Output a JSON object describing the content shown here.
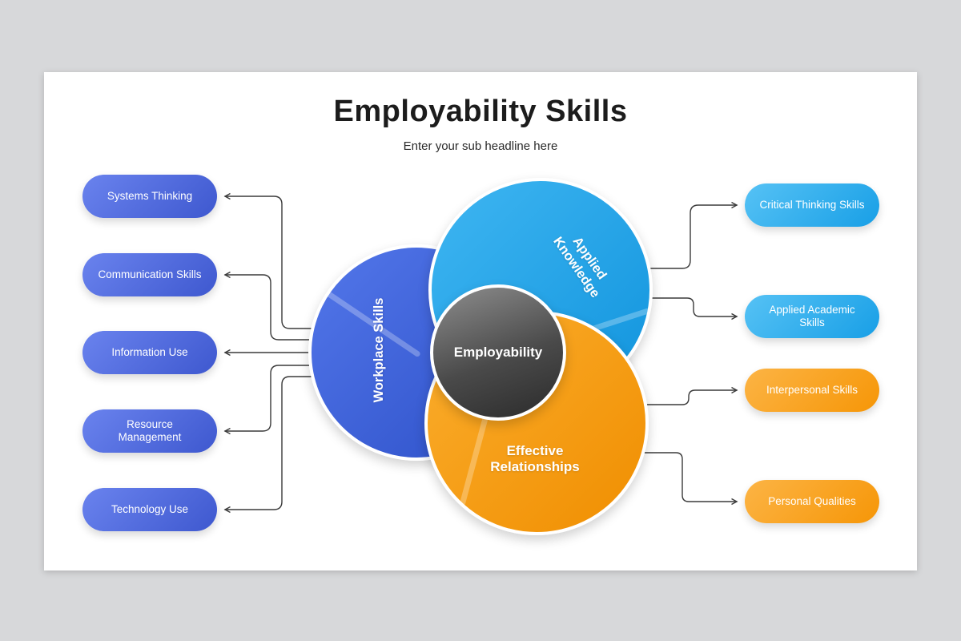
{
  "slide": {
    "title": "Employability Skills",
    "subtitle": "Enter your sub headline here"
  },
  "venn": {
    "center_label": "Employability",
    "workplace": {
      "label": "Workplace Skills"
    },
    "applied": {
      "line1": "Applied",
      "line2": "Knowledge"
    },
    "effective": {
      "line1": "Effective",
      "line2": "Relationships"
    }
  },
  "left_items": [
    {
      "label": "Systems Thinking"
    },
    {
      "label": "Communication Skills"
    },
    {
      "label": "Information Use"
    },
    {
      "label": "Resource Management"
    },
    {
      "label": "Technology Use"
    }
  ],
  "right_items": [
    {
      "label": "Critical Thinking Skills",
      "theme": "cyan"
    },
    {
      "label": "Applied Academic Skills",
      "theme": "cyan"
    },
    {
      "label": "Interpersonal Skills",
      "theme": "orange"
    },
    {
      "label": "Personal Qualities",
      "theme": "orange"
    }
  ],
  "colors": {
    "blue_pill": "#5873e4",
    "blue_circle": "#3c60da",
    "cyan": "#29a9ea",
    "orange": "#f7a118",
    "center_gray": "#4a4a4a",
    "connector": "#3a3a3a"
  }
}
